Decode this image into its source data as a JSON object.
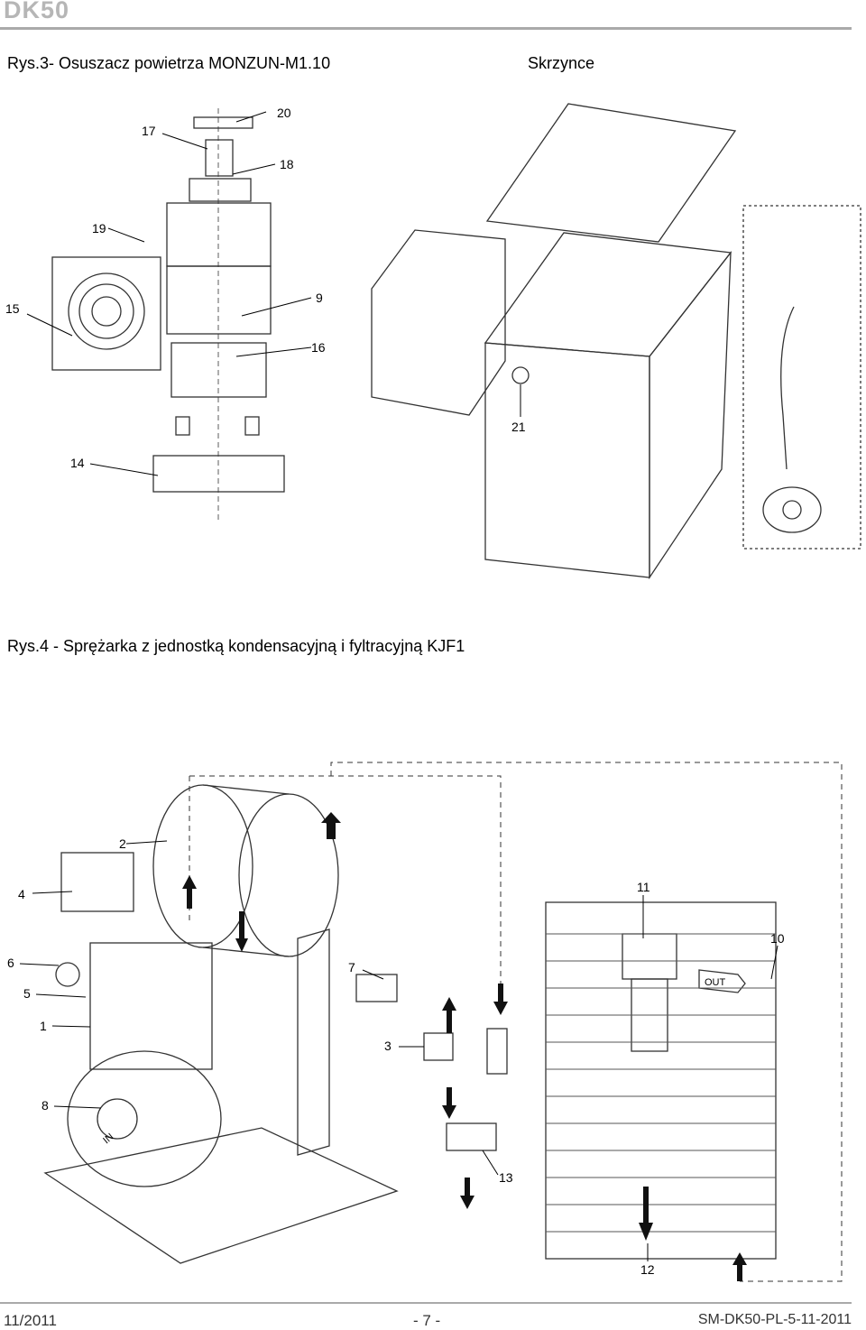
{
  "header": {
    "brand": "DK50"
  },
  "figure3": {
    "caption": "Rys.3- Osuszacz powietrza MONZUN-M1.10",
    "right_caption": "Skrzynce",
    "callouts": [
      "20",
      "17",
      "18",
      "19",
      "15",
      "9",
      "16",
      "14",
      "21"
    ]
  },
  "figure4": {
    "caption": "Rys.4 - Sprężarka z jednostką kondensacyjną i fyltracyjną KJF1",
    "callouts": [
      "2",
      "4",
      "6",
      "5",
      "1",
      "8",
      "7",
      "3",
      "13",
      "11",
      "10",
      "12"
    ],
    "labels": {
      "out": "OUT",
      "in": "IN"
    }
  },
  "footer": {
    "date": "11/2011",
    "page": "- 7 -",
    "doc_code": "SM-DK50-PL-5-11-2011"
  }
}
